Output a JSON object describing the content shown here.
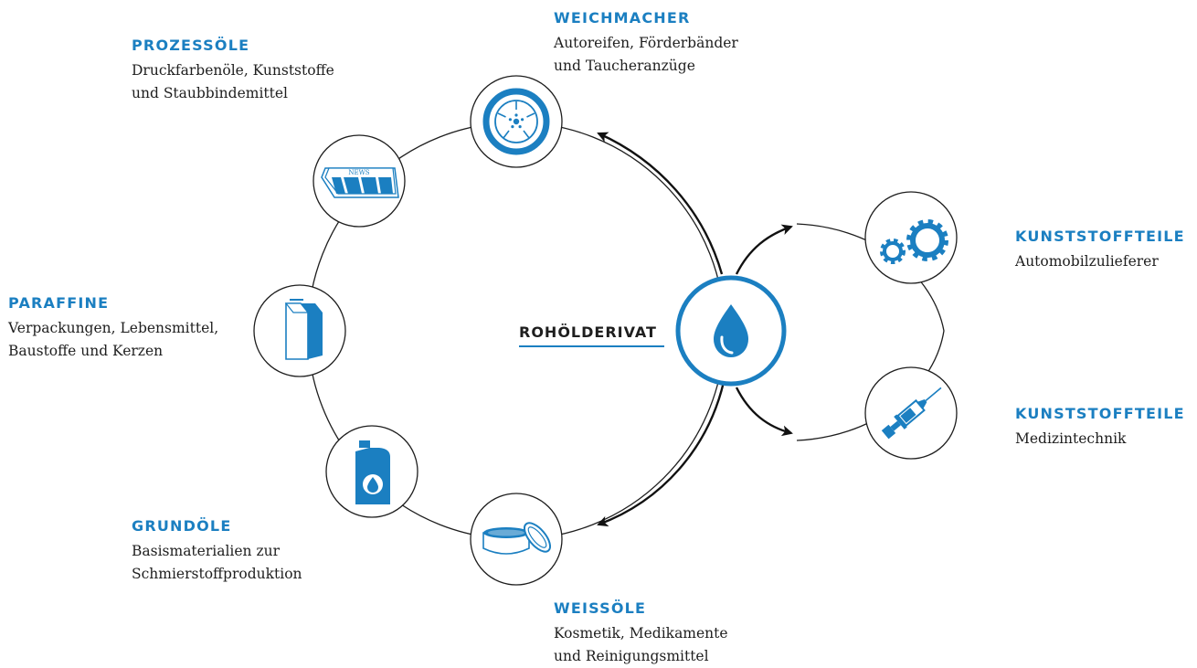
{
  "center": {
    "label": "ROHÖLDERIVAT",
    "icon": "oil-drop-icon"
  },
  "colors": {
    "accent": "#1b7fc1",
    "text": "#1e1e1e",
    "line": "#1e1e1e"
  },
  "nodes": [
    {
      "id": "weichmacher",
      "title": "WEICHMACHER",
      "lines": [
        "Autoreifen, Förderbänder",
        "und Taucheranzüge"
      ],
      "icon": "tire-icon"
    },
    {
      "id": "prozessoele",
      "title": "PROZESSÖLE",
      "lines": [
        "Druckfarbenöle, Kunststoffe",
        "und Staubbindemittel"
      ],
      "icon": "newspaper-icon"
    },
    {
      "id": "paraffine",
      "title": "PARAFFINE",
      "lines": [
        "Verpackungen, Lebensmittel,",
        "Baustoffe und Kerzen"
      ],
      "icon": "milk-carton-icon"
    },
    {
      "id": "grundoele",
      "title": "GRUNDÖLE",
      "lines": [
        "Basismaterialien zur",
        "Schmierstoffproduktion"
      ],
      "icon": "oil-canister-icon"
    },
    {
      "id": "weissoele",
      "title": "WEISSÖLE",
      "lines": [
        "Kosmetik, Medikamente",
        "und Reinigungsmittel"
      ],
      "icon": "cream-jar-icon"
    },
    {
      "id": "kunststoffteile-auto",
      "title": "KUNSTSTOFFTEILE",
      "lines": [
        "Automobilzulieferer"
      ],
      "icon": "gears-icon"
    },
    {
      "id": "kunststoffteile-med",
      "title": "KUNSTSTOFFTEILE",
      "lines": [
        "Medizintechnik"
      ],
      "icon": "syringe-icon"
    }
  ],
  "icon_texts": {
    "newspaper": "NEWS"
  }
}
